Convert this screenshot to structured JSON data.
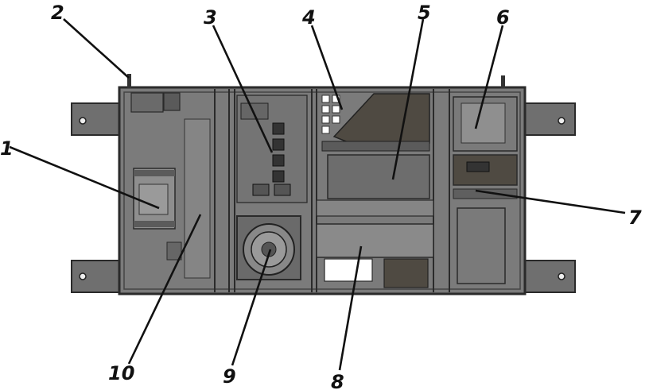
{
  "callouts": [
    {
      "id": "c1",
      "label": "1"
    },
    {
      "id": "c2",
      "label": "2"
    },
    {
      "id": "c3",
      "label": "3"
    },
    {
      "id": "c4",
      "label": "4"
    },
    {
      "id": "c5",
      "label": "5"
    },
    {
      "id": "c6",
      "label": "6"
    },
    {
      "id": "c7",
      "label": "7"
    },
    {
      "id": "c8",
      "label": "8"
    },
    {
      "id": "c9",
      "label": "9"
    },
    {
      "id": "c10",
      "label": "10"
    }
  ],
  "colors": {
    "housing": "#7b7b7b",
    "outline": "#2a2a2a",
    "dark_panel": "#4f4a42",
    "mid_panel": "#6d6d6d",
    "light_panel": "#8a8a8a",
    "background": "#ffffff"
  }
}
